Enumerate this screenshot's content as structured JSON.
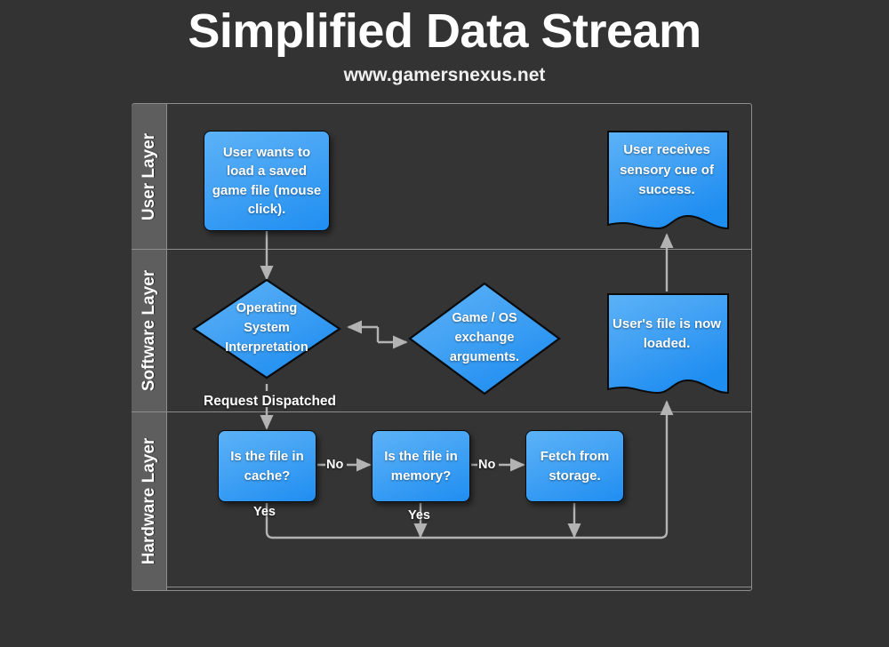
{
  "header": {
    "title": "Simplified Data Stream",
    "subtitle": "www.gamersnexus.net"
  },
  "colors": {
    "background": "#333333",
    "frame_border": "#8d8d8d",
    "lane_header_bg": "#5e5e5e",
    "shape_fill_light": "#5bb2f7",
    "shape_fill_dark": "#1f8ef1",
    "shape_stroke": "#0a0a0a",
    "connector": "#b3b3b3",
    "text": "#ffffff"
  },
  "lanes": [
    {
      "id": "user-layer",
      "label": "User Layer"
    },
    {
      "id": "software-layer",
      "label": "Software Layer"
    },
    {
      "id": "hardware-layer",
      "label": "Hardware Layer"
    }
  ],
  "nodes": {
    "user_request": {
      "label": "User wants to load a saved game file (mouse click).",
      "shape": "rounded-rectangle",
      "lane": "user-layer"
    },
    "user_feedback": {
      "label": "User receives sensory cue of success.",
      "shape": "document",
      "lane": "user-layer"
    },
    "os_interpretation": {
      "label": "Operating System Interpretation",
      "shape": "diamond",
      "lane": "software-layer"
    },
    "game_os_exchange": {
      "label": "Game / OS exchange arguments.",
      "shape": "diamond",
      "lane": "software-layer"
    },
    "file_loaded": {
      "label": "User's file is now loaded.",
      "shape": "document",
      "lane": "software-layer"
    },
    "cache_check": {
      "label": "Is the file in cache?",
      "shape": "rounded-rectangle",
      "lane": "hardware-layer"
    },
    "memory_check": {
      "label": "Is the file in memory?",
      "shape": "rounded-rectangle",
      "lane": "hardware-layer"
    },
    "fetch_storage": {
      "label": "Fetch from storage.",
      "shape": "rounded-rectangle",
      "lane": "hardware-layer"
    }
  },
  "edges": [
    {
      "id": "request-dispatched",
      "label": "Request Dispatched",
      "from": "os_interpretation",
      "to": "cache_check"
    },
    {
      "id": "cache-no",
      "label": "No",
      "from": "cache_check",
      "to": "memory_check"
    },
    {
      "id": "memory-no",
      "label": "No",
      "from": "memory_check",
      "to": "fetch_storage"
    },
    {
      "id": "cache-yes",
      "label": "Yes",
      "from": "cache_check",
      "to": "collector"
    },
    {
      "id": "memory-yes",
      "label": "Yes",
      "from": "memory_check",
      "to": "collector"
    }
  ]
}
